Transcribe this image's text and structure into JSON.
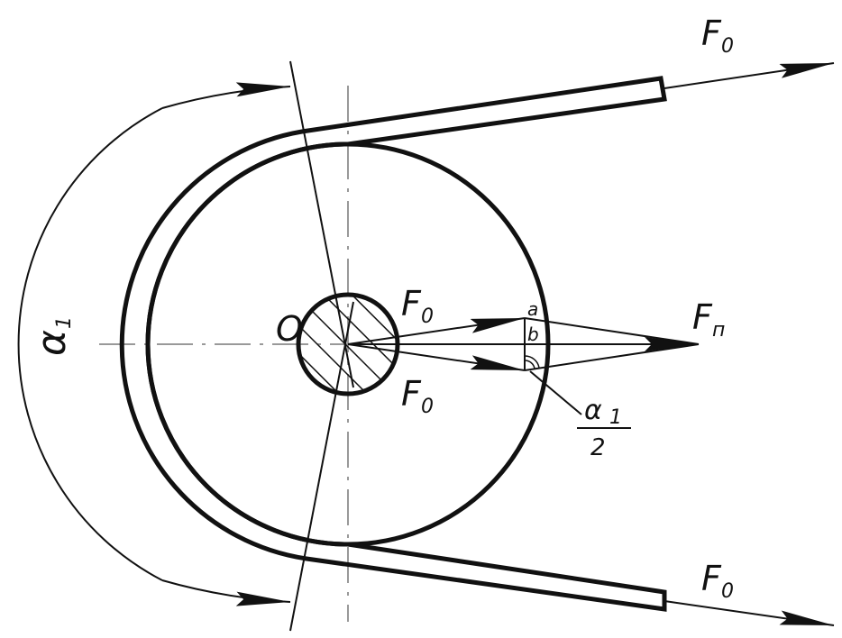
{
  "title": "Belt drive force diagram",
  "labels": {
    "center": "O",
    "force_main": "F",
    "sub_zero": "0",
    "sub_n": "п",
    "point_a": "a",
    "point_b": "b",
    "wrap_angle": "α",
    "wrap_angle_sub": "1",
    "half_angle_denominator": "2"
  },
  "colors": {
    "line": "#111111",
    "axis": "#999999"
  }
}
